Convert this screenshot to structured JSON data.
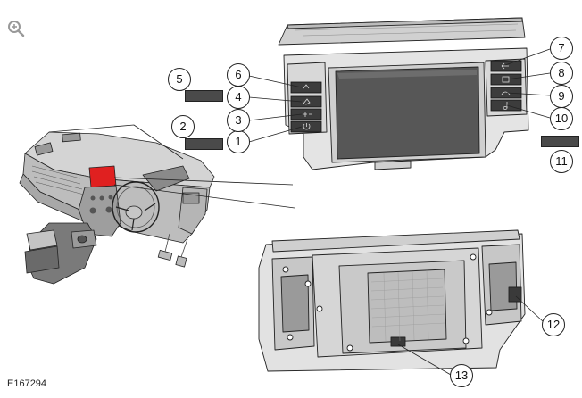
{
  "figure_id": "E167294",
  "callouts": [
    "1",
    "2",
    "3",
    "4",
    "5",
    "6",
    "7",
    "8",
    "9",
    "10",
    "11",
    "12",
    "13"
  ],
  "icons": {
    "zoom": "zoom-in-magnifier-icon",
    "btn1": "power-icon",
    "btn3": "fm-am-radio-icon",
    "btn4": "navigation-icon",
    "btn6": "home-icon",
    "btn7": "back-icon",
    "btn8": "vehicle-settings-icon",
    "btn9": "phone-icon",
    "btn10": "media-music-icon",
    "btn11": "eject-icon"
  },
  "colors": {
    "highlight": "#e02020",
    "line": "#222222",
    "panel": "#d9d9d9",
    "screen": "#555555"
  }
}
